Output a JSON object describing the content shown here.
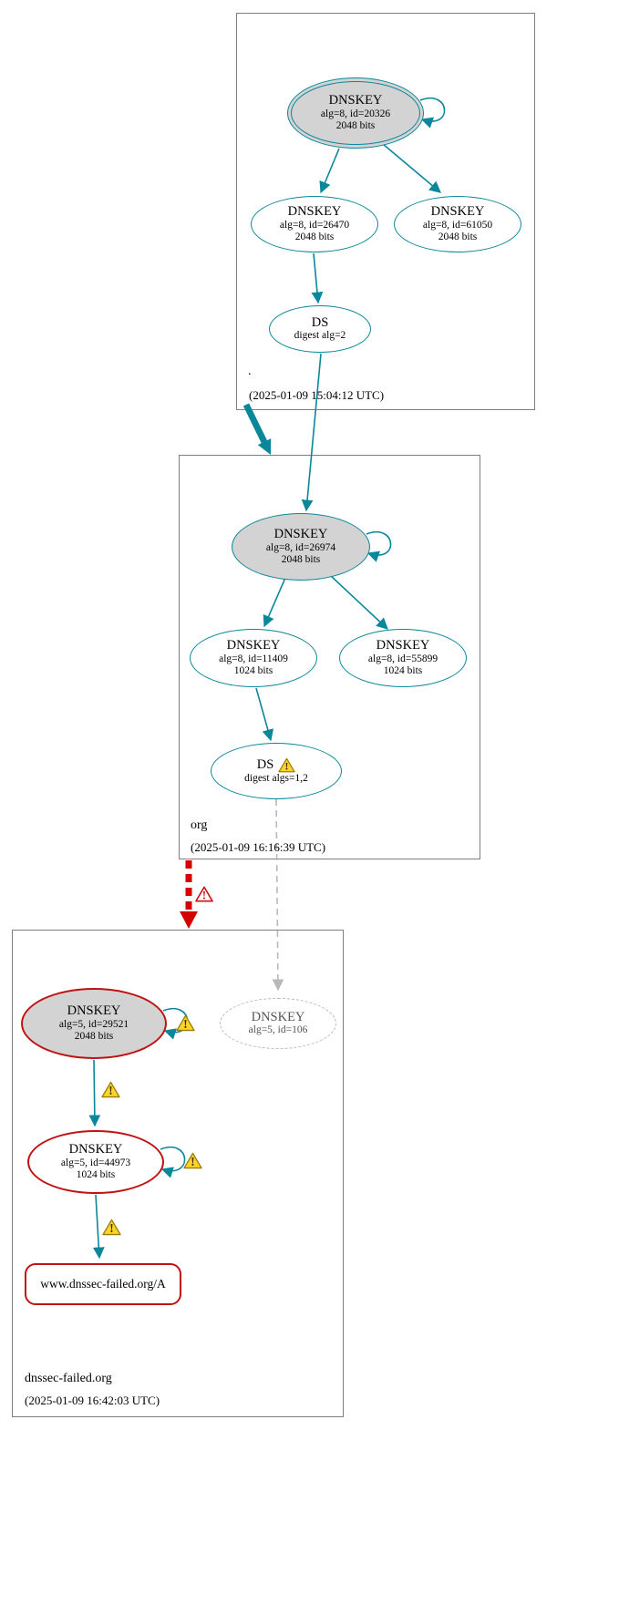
{
  "colors": {
    "secure_teal": "#0a879a",
    "bogus_red": "#c01212",
    "arrow_red": "#d40000",
    "insecure_gray": "#b9b9b9",
    "ksk_fill_gray": "#d3d3d3",
    "warning_yellow": "#fad428"
  },
  "icons": {
    "warning_glyph": "!",
    "error_glyph": "!"
  },
  "zones": {
    "root": {
      "label": ".",
      "timestamp": "(2025-01-09 15:04:12 UTC)",
      "nodes": {
        "ksk": {
          "title": "DNSKEY",
          "line1": "alg=8, id=20326",
          "line2": "2048 bits"
        },
        "zsk1": {
          "title": "DNSKEY",
          "line1": "alg=8, id=26470",
          "line2": "2048 bits"
        },
        "zsk2": {
          "title": "DNSKEY",
          "line1": "alg=8, id=61050",
          "line2": "2048 bits"
        },
        "ds": {
          "title": "DS",
          "line1": "digest alg=2"
        }
      }
    },
    "org": {
      "label": "org",
      "timestamp": "(2025-01-09 16:16:39 UTC)",
      "nodes": {
        "ksk": {
          "title": "DNSKEY",
          "line1": "alg=8, id=26974",
          "line2": "2048 bits"
        },
        "zsk1": {
          "title": "DNSKEY",
          "line1": "alg=8, id=11409",
          "line2": "1024 bits"
        },
        "zsk2": {
          "title": "DNSKEY",
          "line1": "alg=8, id=55899",
          "line2": "1024 bits"
        },
        "ds": {
          "title": "DS",
          "line1": "digest algs=1,2"
        }
      }
    },
    "dnssec_failed": {
      "label": "dnssec-failed.org",
      "timestamp": "(2025-01-09 16:42:03 UTC)",
      "nodes": {
        "ksk": {
          "title": "DNSKEY",
          "line1": "alg=5, id=29521",
          "line2": "2048 bits"
        },
        "missing": {
          "title": "DNSKEY",
          "line1": "alg=5, id=106"
        },
        "zsk": {
          "title": "DNSKEY",
          "line1": "alg=5, id=44973",
          "line2": "1024 bits"
        },
        "rrset": {
          "label": "www.dnssec-failed.org/A"
        }
      }
    }
  }
}
